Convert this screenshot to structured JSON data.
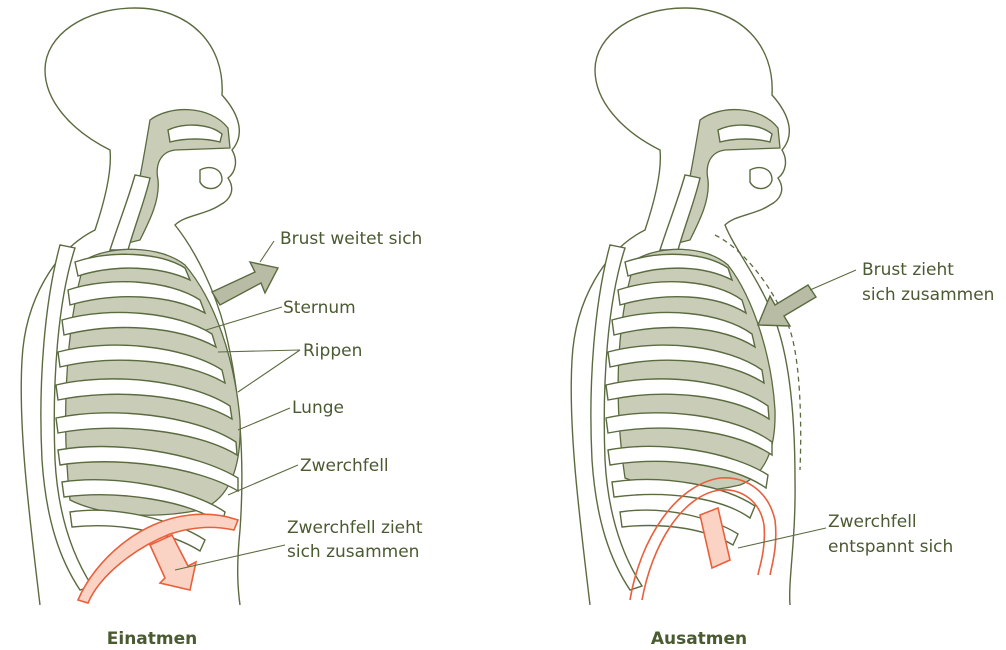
{
  "left_panel": {
    "caption": "Einatmen",
    "labels": {
      "brust": "Brust weitet sich",
      "sternum": "Sternum",
      "rippen": "Rippen",
      "lunge": "Lunge",
      "zwerchfell": "Zwerchfell",
      "zwerchfell_action_line1": "Zwerchfell zieht",
      "zwerchfell_action_line2": "sich zusammen"
    }
  },
  "right_panel": {
    "caption": "Ausatmen",
    "labels": {
      "brust_line1": "Brust zieht",
      "brust_line2": "sich zusammen",
      "zwerchfell_line1": "Zwerchfell",
      "zwerchfell_line2": "entspannt sich"
    }
  },
  "colors": {
    "outline": "#5b6b40",
    "lung_fill": "#c9cdb7",
    "text": "#4a5a31",
    "diaphragm_red": "#e8603c",
    "diaphragm_fill": "#fbd3c4"
  }
}
